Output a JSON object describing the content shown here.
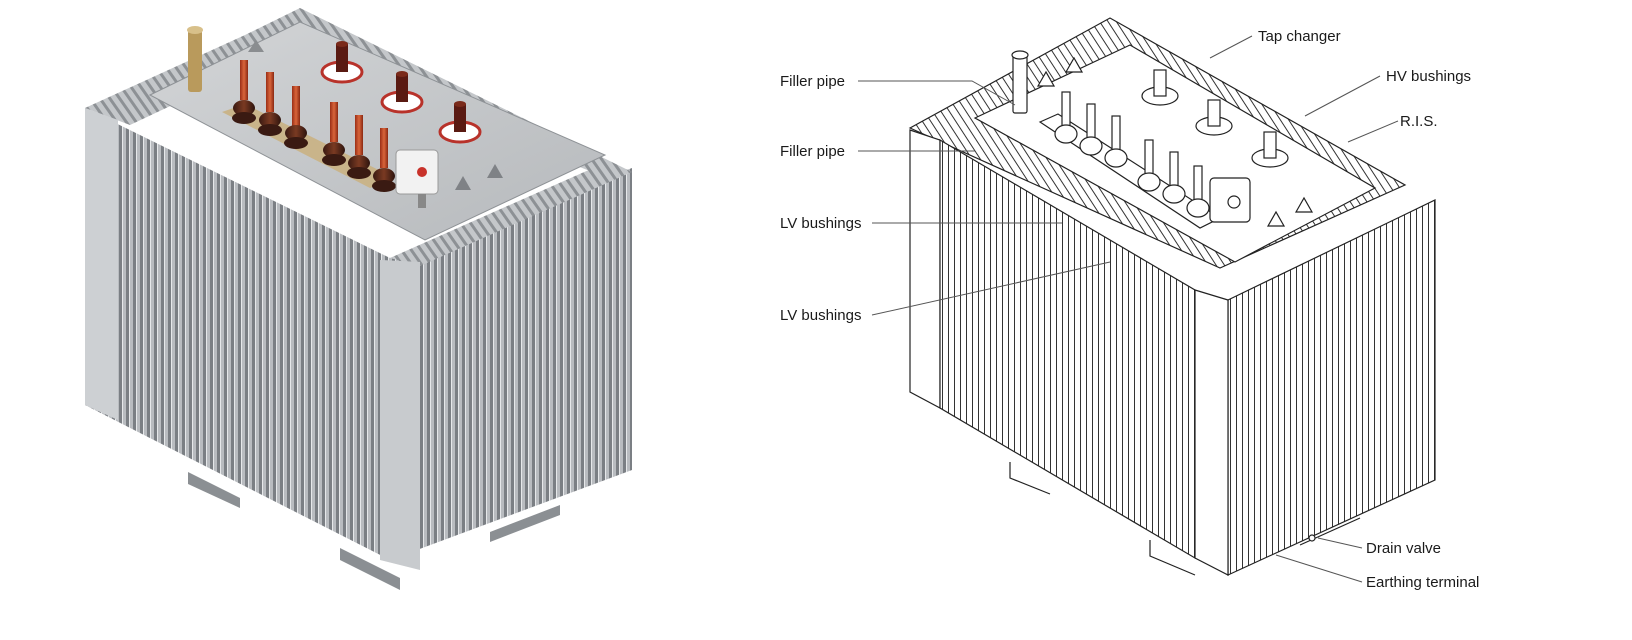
{
  "figure": {
    "left_panel": "Rendered 3D view of oil-immersed distribution transformer",
    "right_panel": "Line drawing with labelled components"
  },
  "labels": {
    "tap_changer": "Tap changer",
    "hv_bushings": "HV bushings",
    "ris": "R.I.S.",
    "filler_pipe_1": "Filler pipe",
    "filler_pipe_2": "Filler pipe",
    "lv_bushings_1": "LV bushings",
    "lv_bushings_2": "LV bushings",
    "drain_valve": "Drain valve",
    "earthing_terminal": "Earthing terminal"
  },
  "colors": {
    "steel_light": "#d6d8da",
    "steel_mid": "#a9adb1",
    "steel_dark": "#6f7377",
    "bushing_red": "#8a2a1a",
    "bushing_brown": "#5a2a1c",
    "line": "#222222",
    "callout": "#555555"
  }
}
